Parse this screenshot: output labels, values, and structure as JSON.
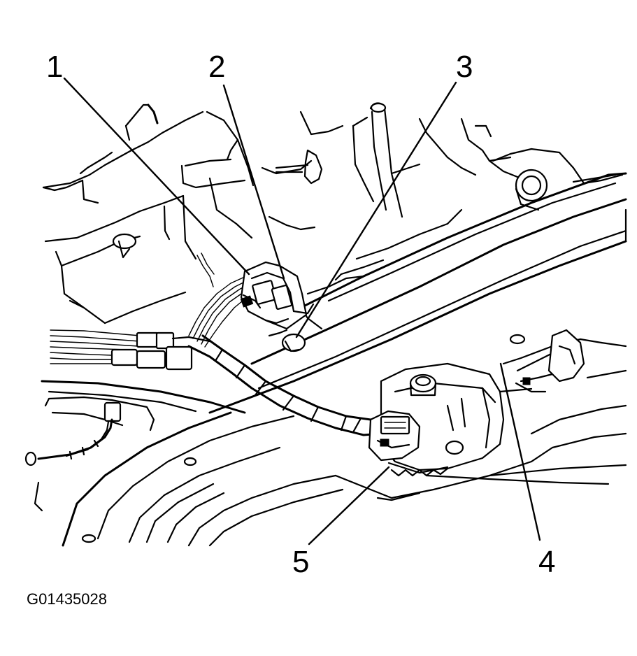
{
  "figure_id": "G01435028",
  "callouts": [
    {
      "label": "1"
    },
    {
      "label": "2"
    },
    {
      "label": "3"
    },
    {
      "label": "4"
    },
    {
      "label": "5"
    }
  ]
}
